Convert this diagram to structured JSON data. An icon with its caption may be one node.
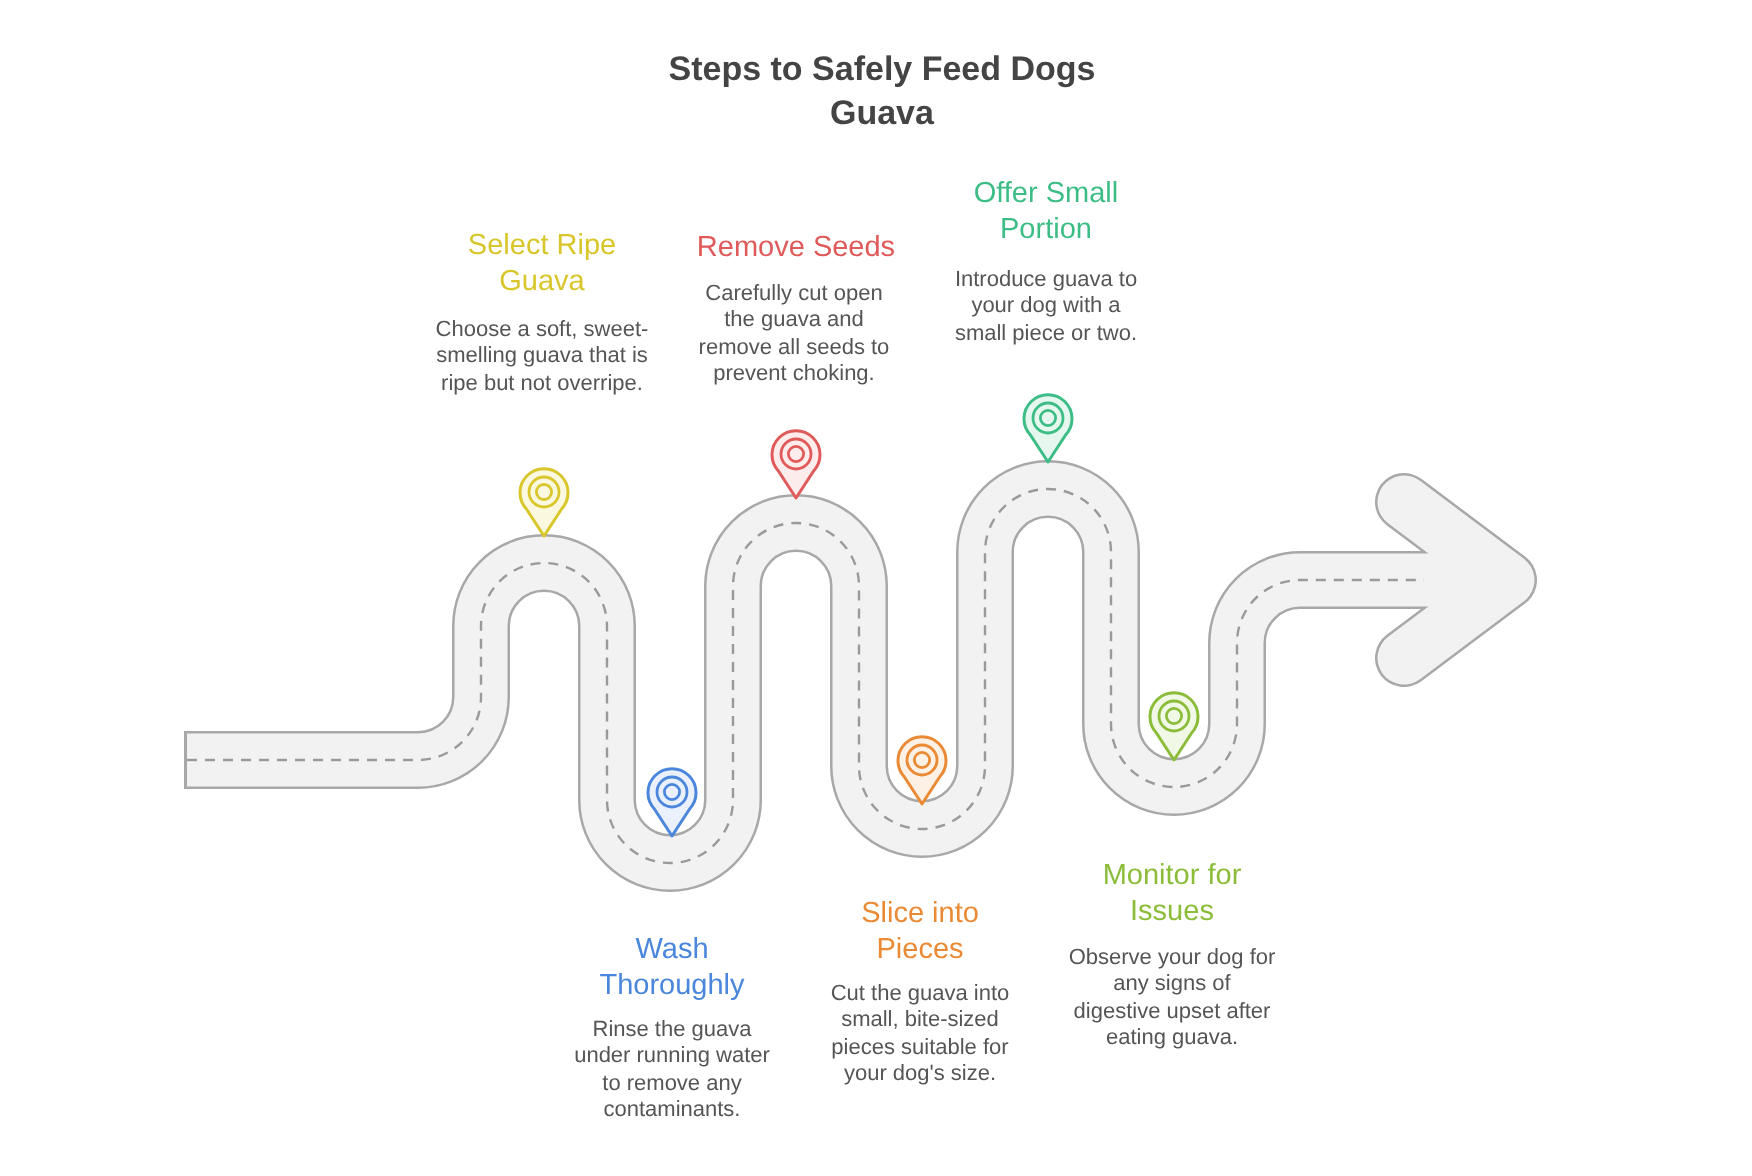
{
  "diagram": {
    "title": "Steps to Safely Feed Dogs Guava",
    "labels": [
      "Select Ripe Guava",
      "Choose a soft, sweet-smelling guava that is ripe but not overripe.",
      "Wash Thoroughly",
      "Rinse the guava under running water to remove any contaminants.",
      "Remove Seeds",
      "Carefully cut open the guava and remove all seeds to prevent choking.",
      "Slice into Pieces",
      "Cut the guava into small, bite-sized pieces suitable for your dog's size.",
      "Offer Small Portion",
      "Introduce guava to your dog with a small piece or two.",
      "Monitor for Issues",
      "Observe your dog for any signs of digestive upset after eating guava."
    ]
  }
}
